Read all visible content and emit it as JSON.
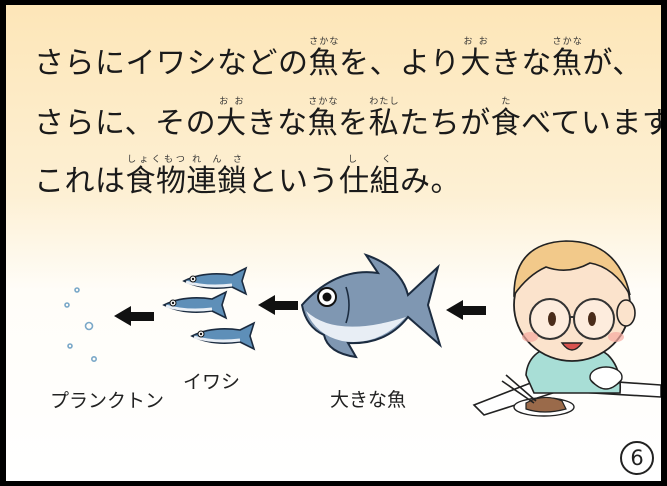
{
  "text": {
    "line1": [
      {
        "t": "さらにイワシなどの"
      },
      {
        "t": "魚",
        "r": "さかな"
      },
      {
        "t": "を、より"
      },
      {
        "t": "大",
        "r": "おお"
      },
      {
        "t": "きな"
      },
      {
        "t": "魚",
        "r": "さかな"
      },
      {
        "t": "が、"
      }
    ],
    "line2": [
      {
        "t": "さらに、その"
      },
      {
        "t": "大",
        "r": "おお"
      },
      {
        "t": "きな"
      },
      {
        "t": "魚",
        "r": "さかな"
      },
      {
        "t": "を"
      },
      {
        "t": "私",
        "r": "わたし"
      },
      {
        "t": "たちが"
      },
      {
        "t": "食",
        "r": "た"
      },
      {
        "t": "べています。"
      }
    ],
    "line3": [
      {
        "t": "これは"
      },
      {
        "t": "食物",
        "r": "しょくもつ"
      },
      {
        "t": "連鎖",
        "r": "れんさ"
      },
      {
        "t": "という"
      },
      {
        "t": "仕組",
        "r": "しく"
      },
      {
        "t": "み。"
      }
    ]
  },
  "labels": {
    "plankton": "プランクトン",
    "sardine": "イワシ",
    "big_fish": "大きな魚"
  },
  "page_number": "6",
  "colors": {
    "fish_body": "#7f97b2",
    "fish_belly": "#e8eef5",
    "sardine_body": "#5e8fb8",
    "plankton": "#7aa8c8",
    "arrow": "#111111",
    "hair": "#f2c98a",
    "skin": "#fbe3cc",
    "shirt": "#a8ded6"
  },
  "icons": [
    "plankton-icon",
    "sardine-icon",
    "big-fish-icon",
    "child-eating-icon",
    "arrow-left-icon"
  ]
}
